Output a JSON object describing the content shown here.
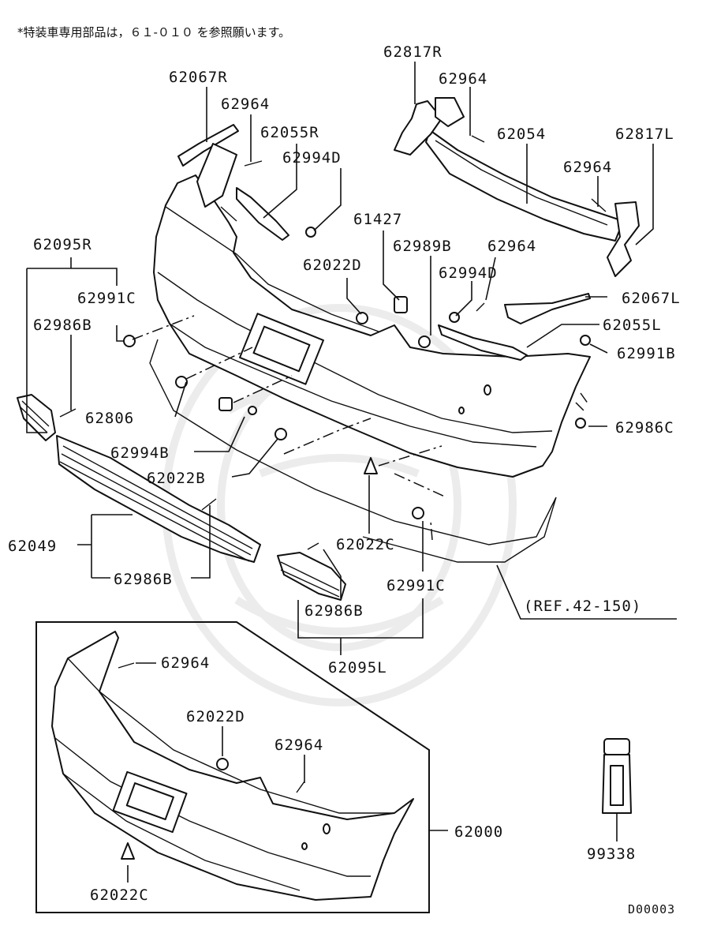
{
  "header_note": "*特装車専用部品は，６１-０１０ を参照願います。",
  "labels": {
    "p62817R": "62817R",
    "p62964_a": "62964",
    "p62067R": "62067R",
    "p62964_b": "62964",
    "p62055R": "62055R",
    "p62054": "62054",
    "p62817L": "62817L",
    "p62994D_a": "62994D",
    "p62964_c": "62964",
    "p61427": "61427",
    "p62095R": "62095R",
    "p62989B": "62989B",
    "p62964_d": "62964",
    "p62022D_a": "62022D",
    "p62994D_b": "62994D",
    "p62991C_a": "62991C",
    "p62067L": "62067L",
    "p62986B_a": "62986B",
    "p62055L": "62055L",
    "p62991B": "62991B",
    "p62806": "62806",
    "p62986C": "62986C",
    "p62994B": "62994B",
    "p62022B": "62022B",
    "p62049": "62049",
    "p62022C_a": "62022C",
    "p62986B_b": "62986B",
    "p62991C_b": "62991C",
    "ref": "(REF.42-150)",
    "p62986B_c": "62986B",
    "p62095L": "62095L",
    "p62964_e": "62964",
    "p62022D_b": "62022D",
    "p62964_f": "62964",
    "p62000": "62000",
    "p99338": "99338",
    "p62022C_b": "62022C"
  },
  "diagram_code": "D00003"
}
